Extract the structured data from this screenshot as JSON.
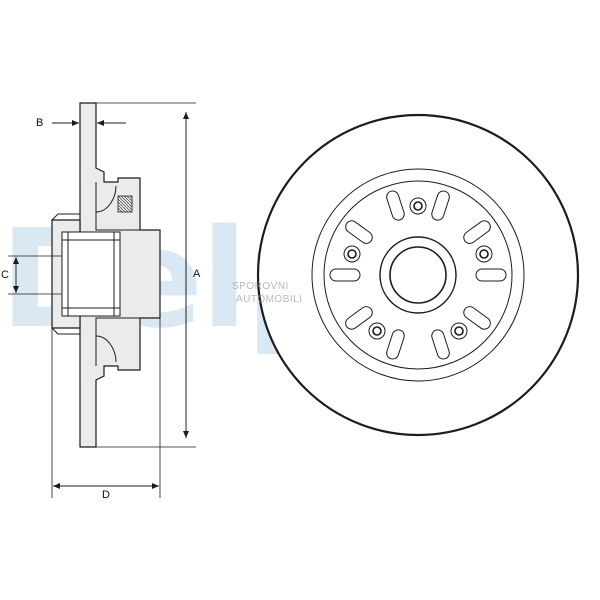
{
  "watermark": {
    "brand": "Delphi"
  },
  "stamp": {
    "line1": "SPOROVNI",
    "line2": "AUTOMOBILI"
  },
  "dimensions": {
    "a_label": "A",
    "b_label": "B",
    "c_label": "C",
    "d_label": "D"
  },
  "colors": {
    "line": "#1c1c1c",
    "section_fill": "#ebebeb",
    "watermark": "#bcd6ea"
  },
  "disc": {
    "bolt_holes": 5,
    "cooling_slots": 10
  }
}
